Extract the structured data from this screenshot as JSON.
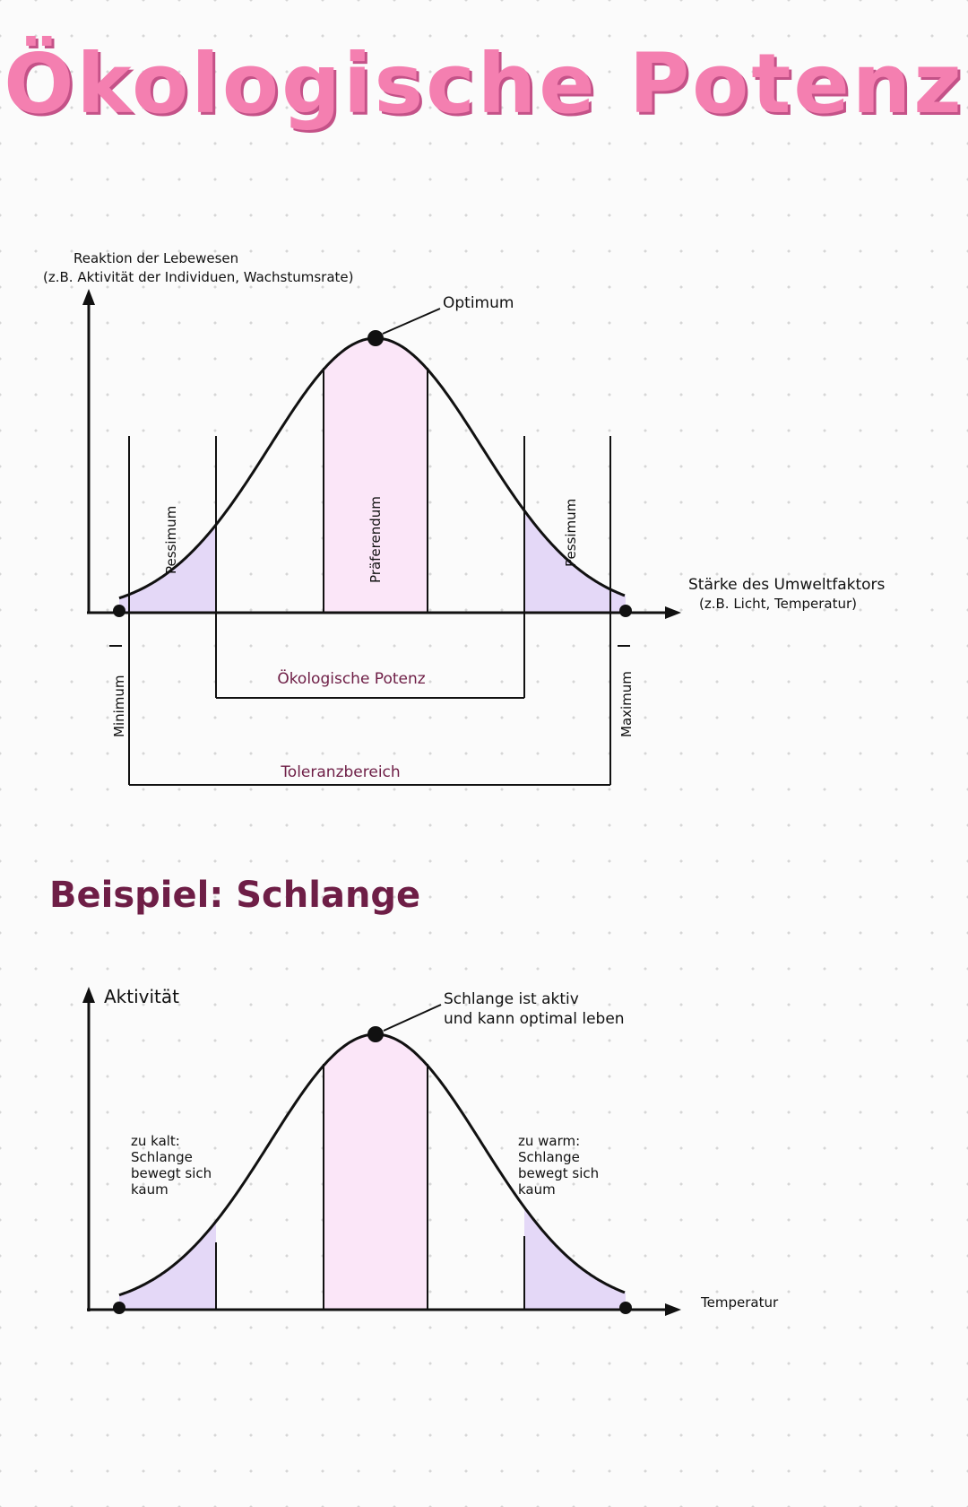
{
  "title": "Ökologische Potenz",
  "diagram1": {
    "y_axis_label_line1": "Reaktion der Lebewesen",
    "y_axis_label_line2": "(z.B. Aktivität der Individuen, Wachstumsrate)",
    "x_axis_label_line1": "Stärke des Umweltfaktors",
    "x_axis_label_line2": "(z.B. Licht, Temperatur)",
    "optimum": "Optimum",
    "pessimum_left": "Pessimum",
    "praeferendum": "Präferendum",
    "pessimum_right": "Pessimum",
    "minimum": "Minimum",
    "maximum": "Maximum",
    "oekologische_potenz": "Ökologische Potenz",
    "toleranzbereich": "Toleranzbereich"
  },
  "subtitle": "Beispiel: Schlange",
  "diagram2": {
    "y_axis_label": "Aktivität",
    "x_axis_label": "Temperatur",
    "peak_note_line1": "Schlange ist aktiv",
    "peak_note_line2": "und kann optimal leben",
    "cold_note": [
      "zu kalt:",
      "Schlange",
      "bewegt sich",
      "kaum"
    ],
    "warm_note": [
      "zu warm:",
      "Schlange",
      "bewegt sich",
      "kaum"
    ]
  },
  "colors": {
    "title": "#f47fb0",
    "maroon": "#6e1e46",
    "pink_fill": "#fbe6f8",
    "lavender_fill": "#e4d8f7"
  }
}
